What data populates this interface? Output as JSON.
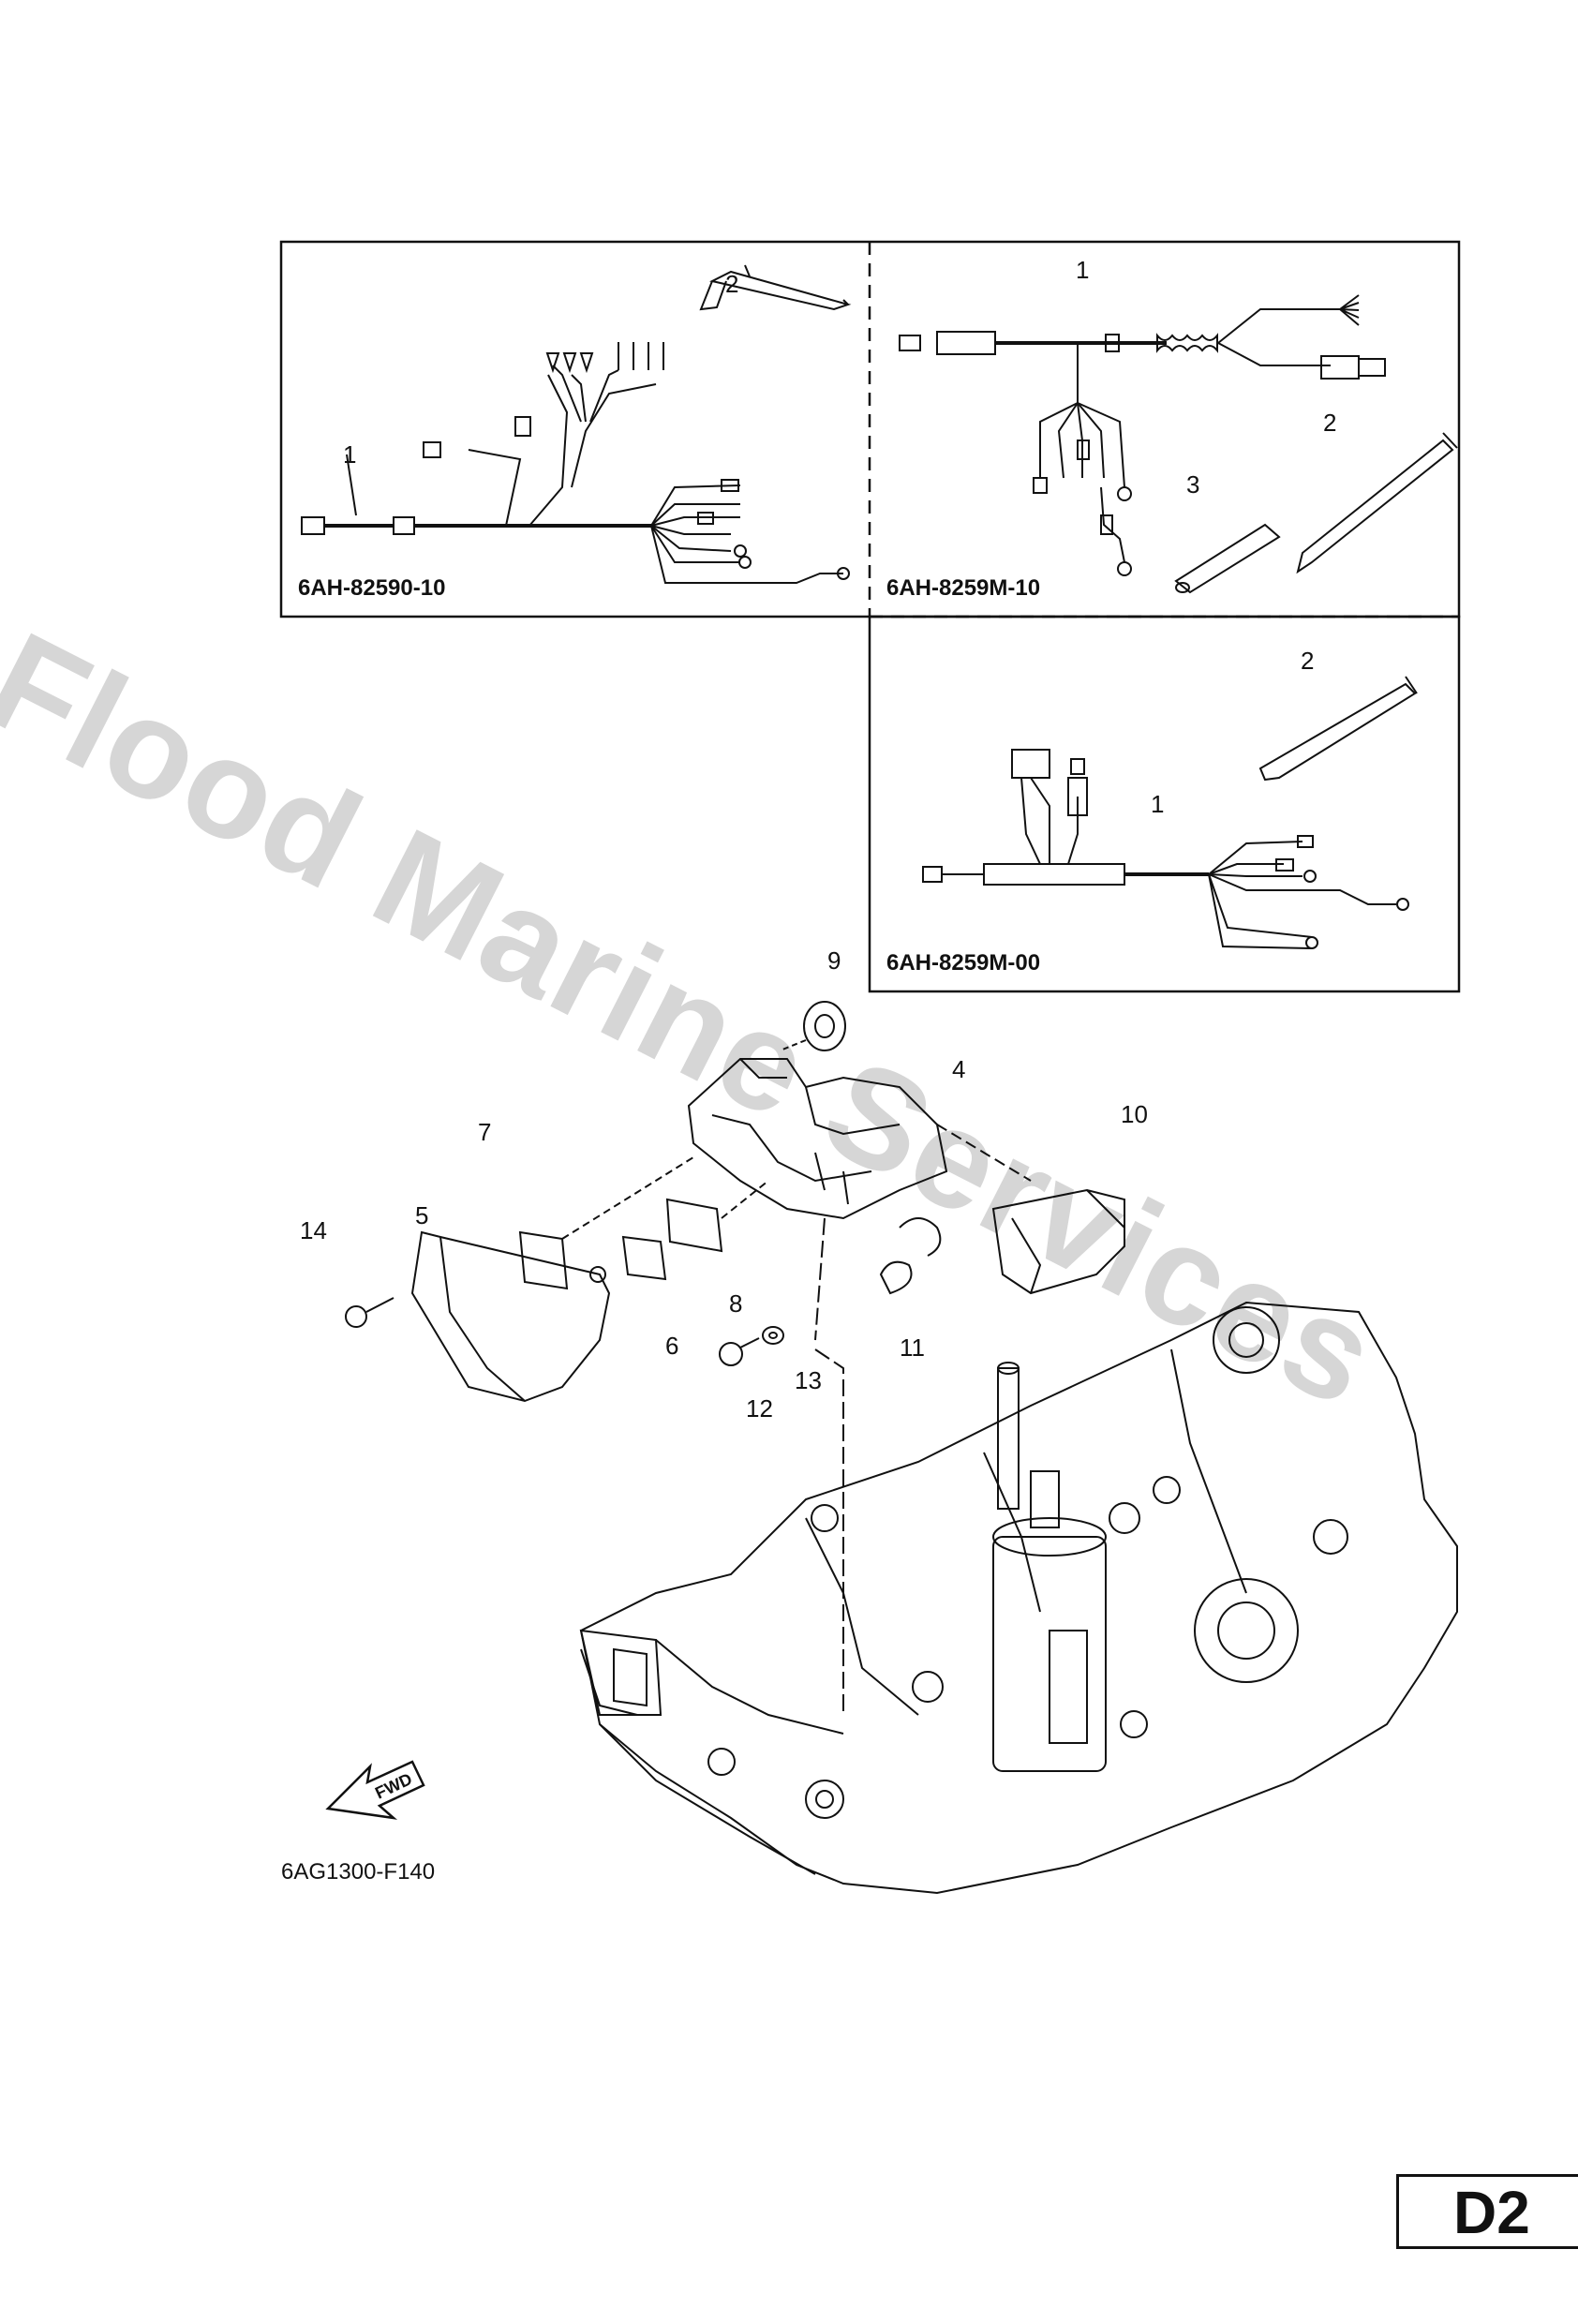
{
  "watermark": "Flood Marine Services",
  "page_tag": "D2",
  "insets": [
    {
      "code": "6AH-82590-10",
      "callouts": [
        "1",
        "2"
      ]
    },
    {
      "code": "6AH-8259M-10",
      "callouts": [
        "1",
        "2",
        "3"
      ]
    },
    {
      "code": "6AH-8259M-00",
      "callouts": [
        "1",
        "2"
      ]
    }
  ],
  "main_callouts": [
    "4",
    "5",
    "6",
    "7",
    "8",
    "9",
    "10",
    "11",
    "12",
    "13",
    "14"
  ],
  "fwd_label": "FWD",
  "figure_code": "6AG1300-F140"
}
